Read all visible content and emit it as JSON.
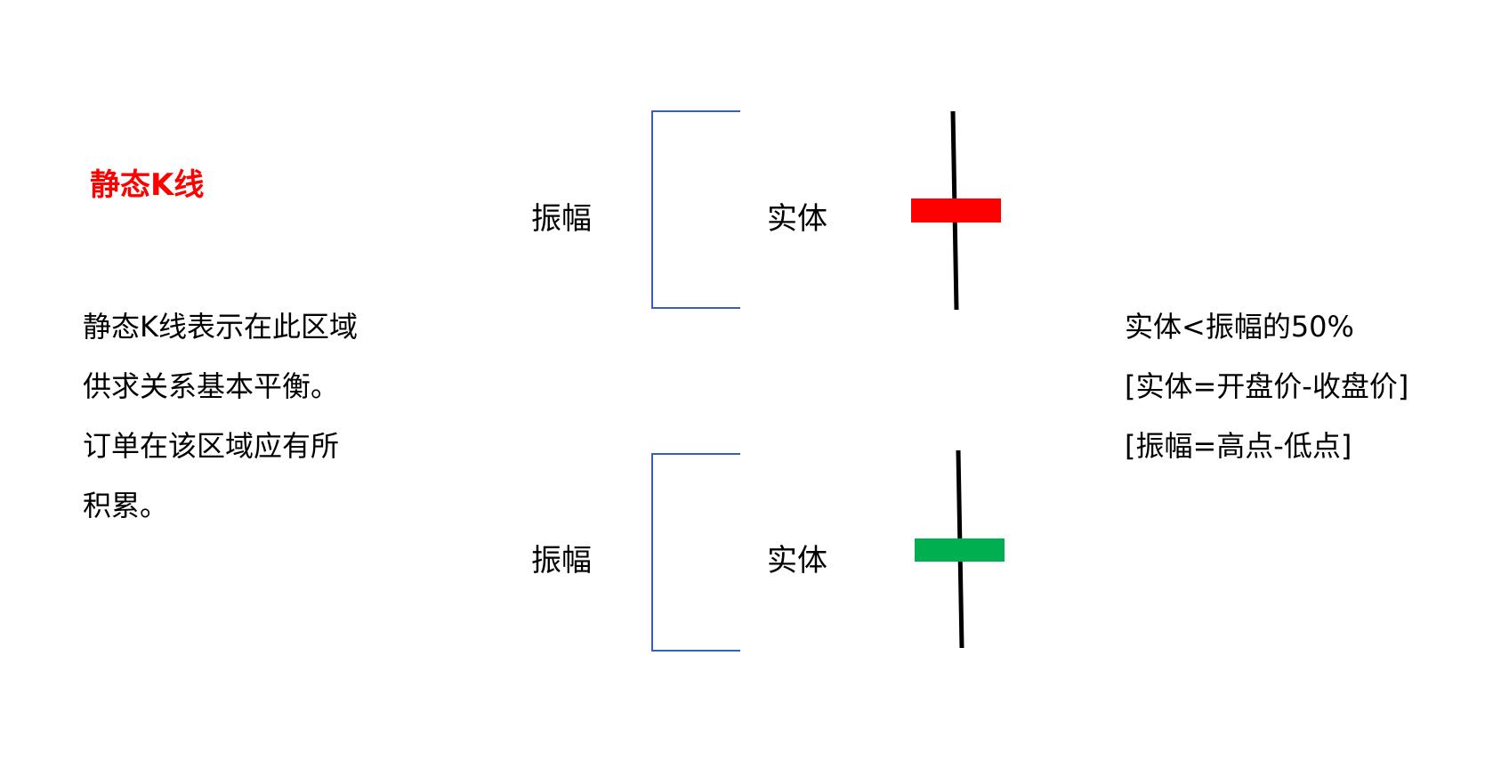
{
  "title": "静态K线",
  "description": [
    "静态K线表示在此区域",
    "供求关系基本平衡。",
    "订单在该区域应有所",
    "积累。"
  ],
  "candles": [
    {
      "amplitude_label": "振幅",
      "body_label": "实体",
      "body_color": "#ff0000"
    },
    {
      "amplitude_label": "振幅",
      "body_label": "实体",
      "body_color": "#00b050"
    }
  ],
  "notes": [
    "实体<振幅的50%",
    "[实体=开盘价-收盘价]",
    "[振幅=高点-低点]"
  ],
  "colors": {
    "bracket": "#3a5fb8",
    "wick": "#000000"
  }
}
